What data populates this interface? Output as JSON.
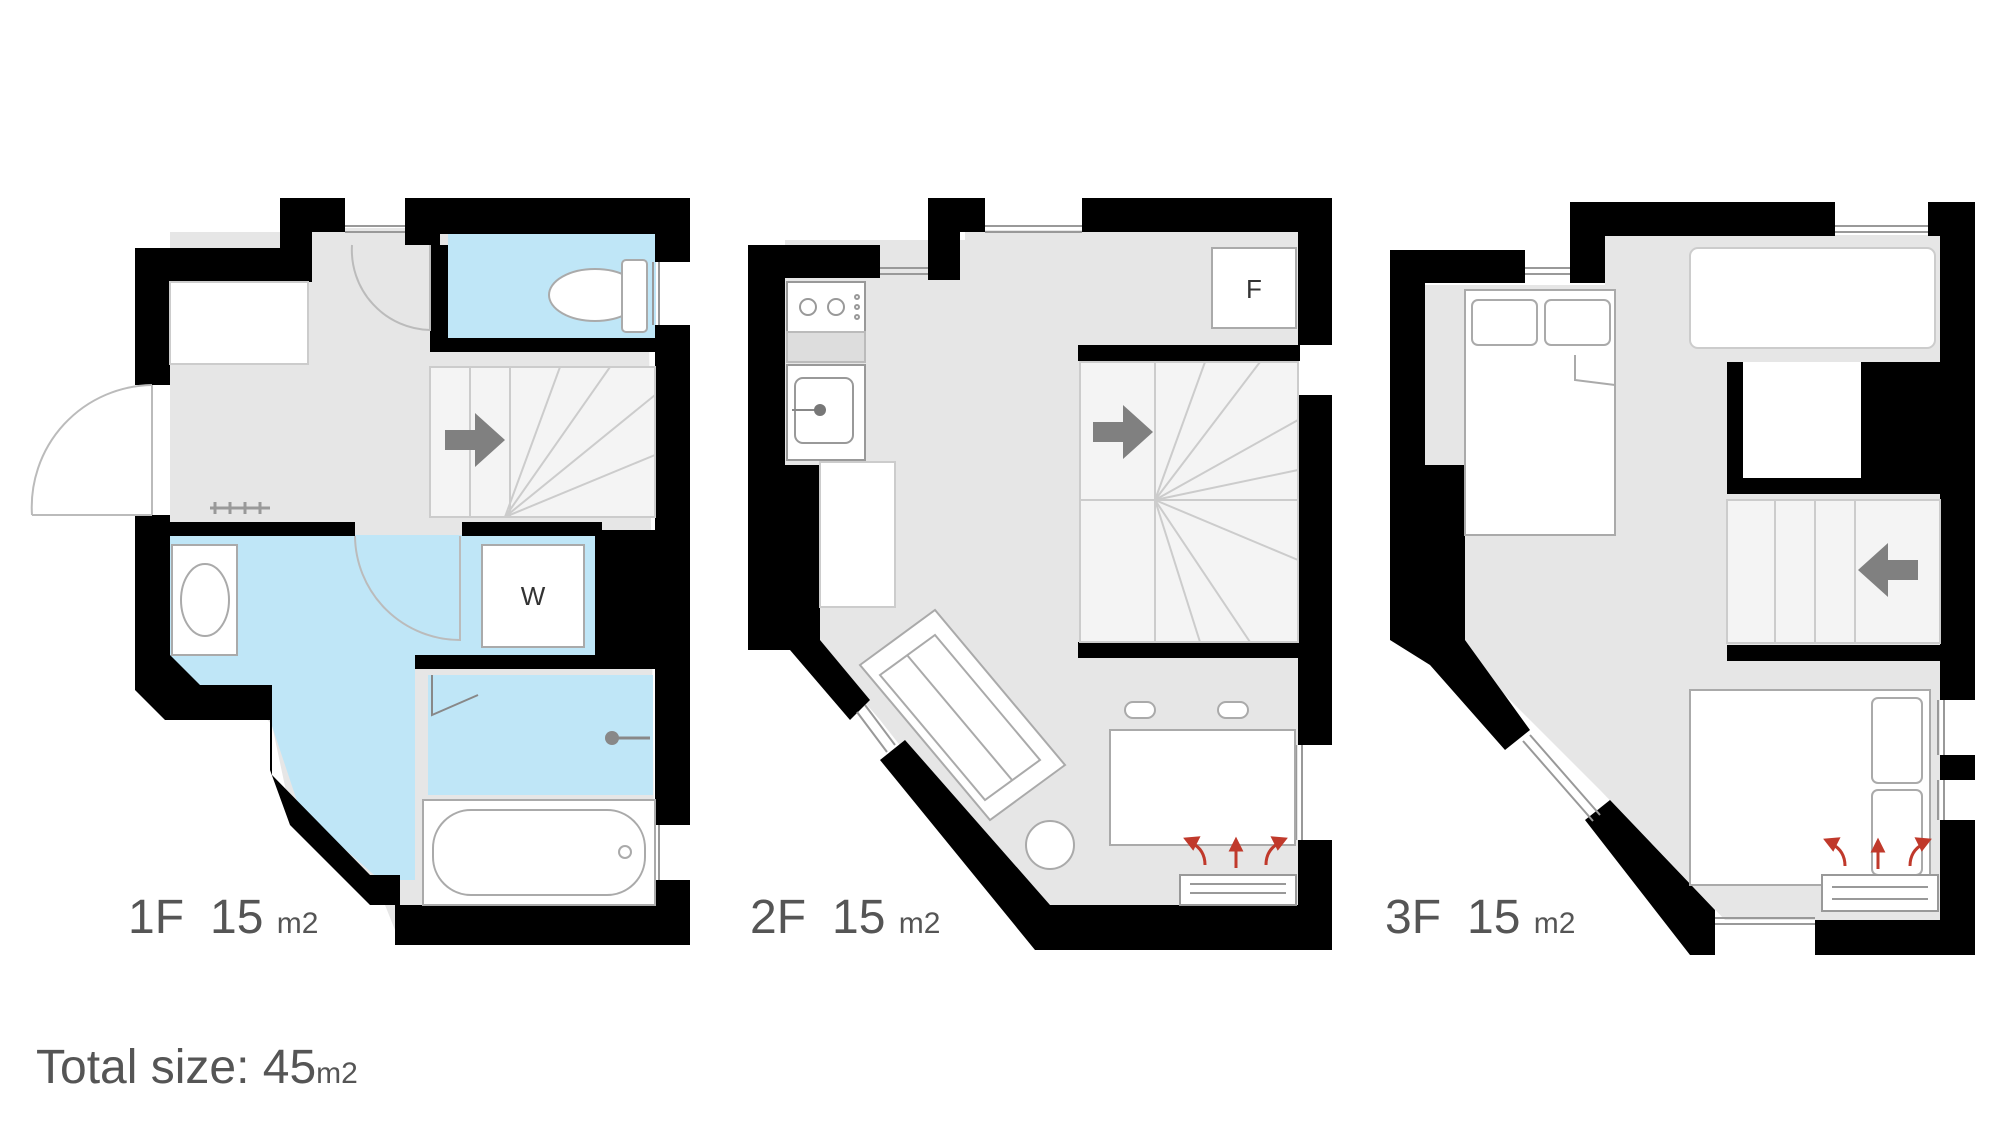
{
  "floors": [
    {
      "id": "1F",
      "area": "15",
      "unit": "m2"
    },
    {
      "id": "2F",
      "area": "15",
      "unit": "m2"
    },
    {
      "id": "3F",
      "area": "15",
      "unit": "m2"
    }
  ],
  "fixtures": {
    "washer": "W",
    "fridge": "F"
  },
  "total": {
    "label": "Total size: 45",
    "unit": "m2"
  },
  "colors": {
    "wall": "#000000",
    "floor": "#e6e6e6",
    "wet_area": "#bfe6f7",
    "arrow": "#808080",
    "heat_arrow": "#c0392b"
  }
}
